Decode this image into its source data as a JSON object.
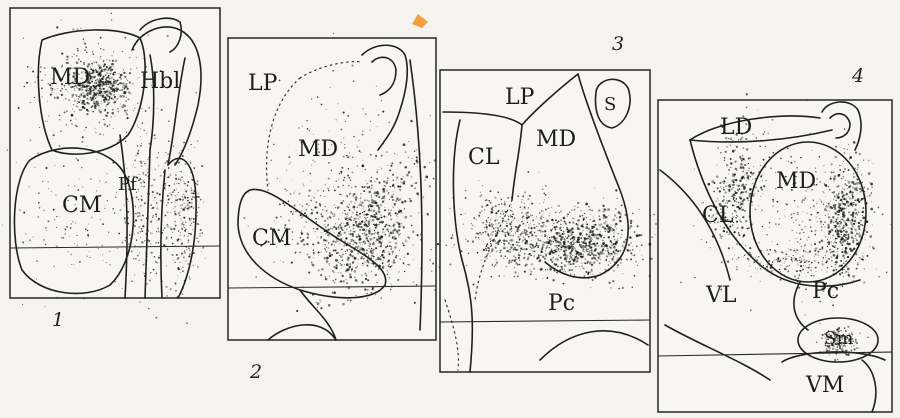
{
  "panels": [
    {
      "number": "1",
      "labels": {
        "md": "MD",
        "hb": "Hbl",
        "pf": "Pf",
        "cm": "CM"
      }
    },
    {
      "number": "2",
      "labels": {
        "lp": "LP",
        "md": "MD",
        "cm": "CM"
      }
    },
    {
      "number": "3",
      "labels": {
        "lp": "LP",
        "s": "S",
        "cl": "CL",
        "md": "MD",
        "pc": "Pc"
      }
    },
    {
      "number": "4",
      "labels": {
        "ld": "LD",
        "md": "MD",
        "cl": "CL",
        "vl": "VL",
        "pc": "Pc",
        "sm": "Sm",
        "vm": "VM"
      }
    }
  ],
  "colors": {
    "ink": "#202020",
    "paper": "#f7f6f2",
    "stipple": "#1a1a1a",
    "background": "#f4f3ef"
  }
}
